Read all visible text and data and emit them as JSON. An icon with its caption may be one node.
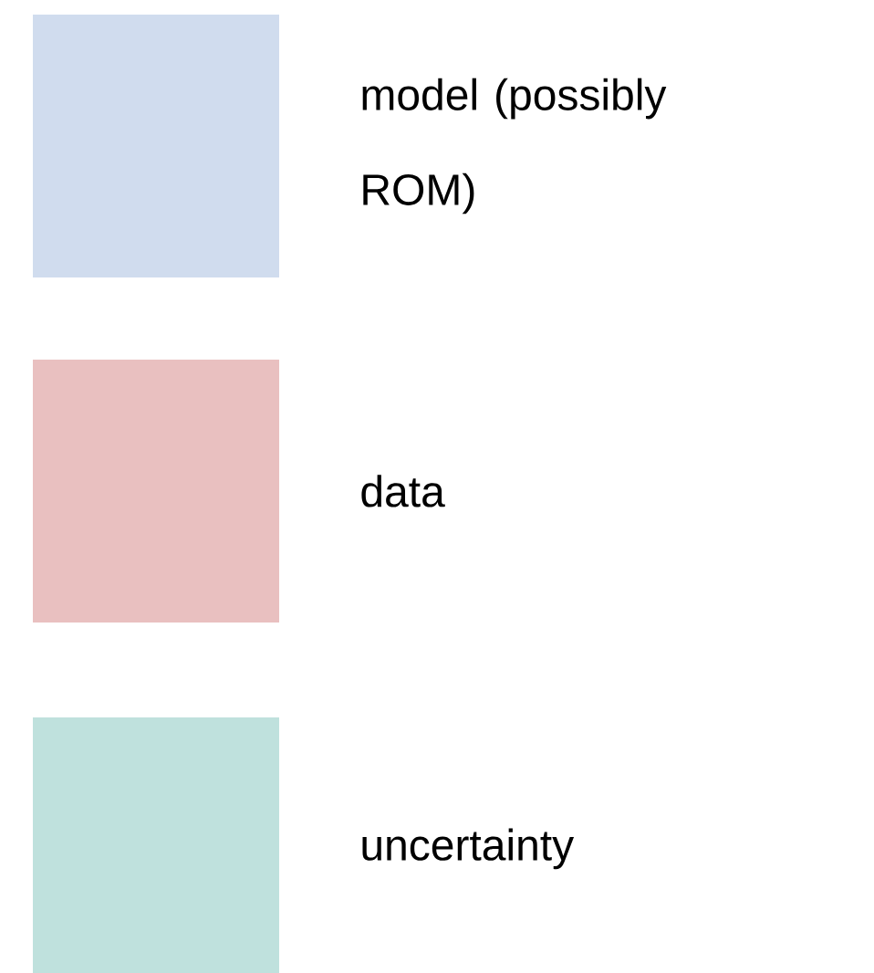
{
  "diagram": {
    "legend": [
      {
        "text": "model (possibly ROM)",
        "color": "#d0dcee"
      },
      {
        "text": "data",
        "color": "#e9c0c0"
      },
      {
        "text": "uncertainty",
        "color": "#bfe1dd"
      }
    ]
  }
}
